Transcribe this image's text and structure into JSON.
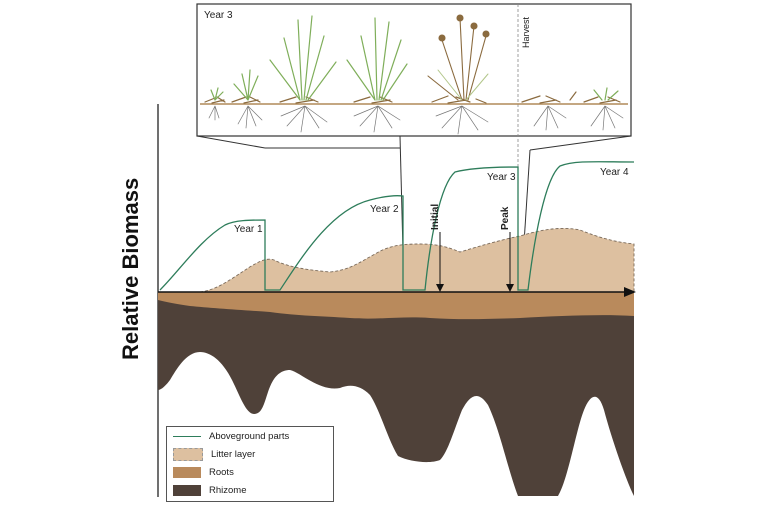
{
  "diagram": {
    "axis_label": "Relative Biomass",
    "year_labels": [
      "Year 1",
      "Year 2",
      "Year 3",
      "Year 4"
    ],
    "inset": {
      "title": "Year 3",
      "harvest_label": "Harvest"
    },
    "markers": {
      "initial_label": "Initial",
      "peak_label": "Peak"
    },
    "legend": [
      {
        "label": "Aboveground parts",
        "swatch": "line",
        "color": "#2e7d5b"
      },
      {
        "label": "Litter layer",
        "swatch": "fill",
        "color": "#ddc0a0"
      },
      {
        "label": "Roots",
        "swatch": "fill",
        "color": "#b98a5c"
      },
      {
        "label": "Rhizome",
        "swatch": "fill",
        "color": "#4f4139"
      }
    ]
  }
}
